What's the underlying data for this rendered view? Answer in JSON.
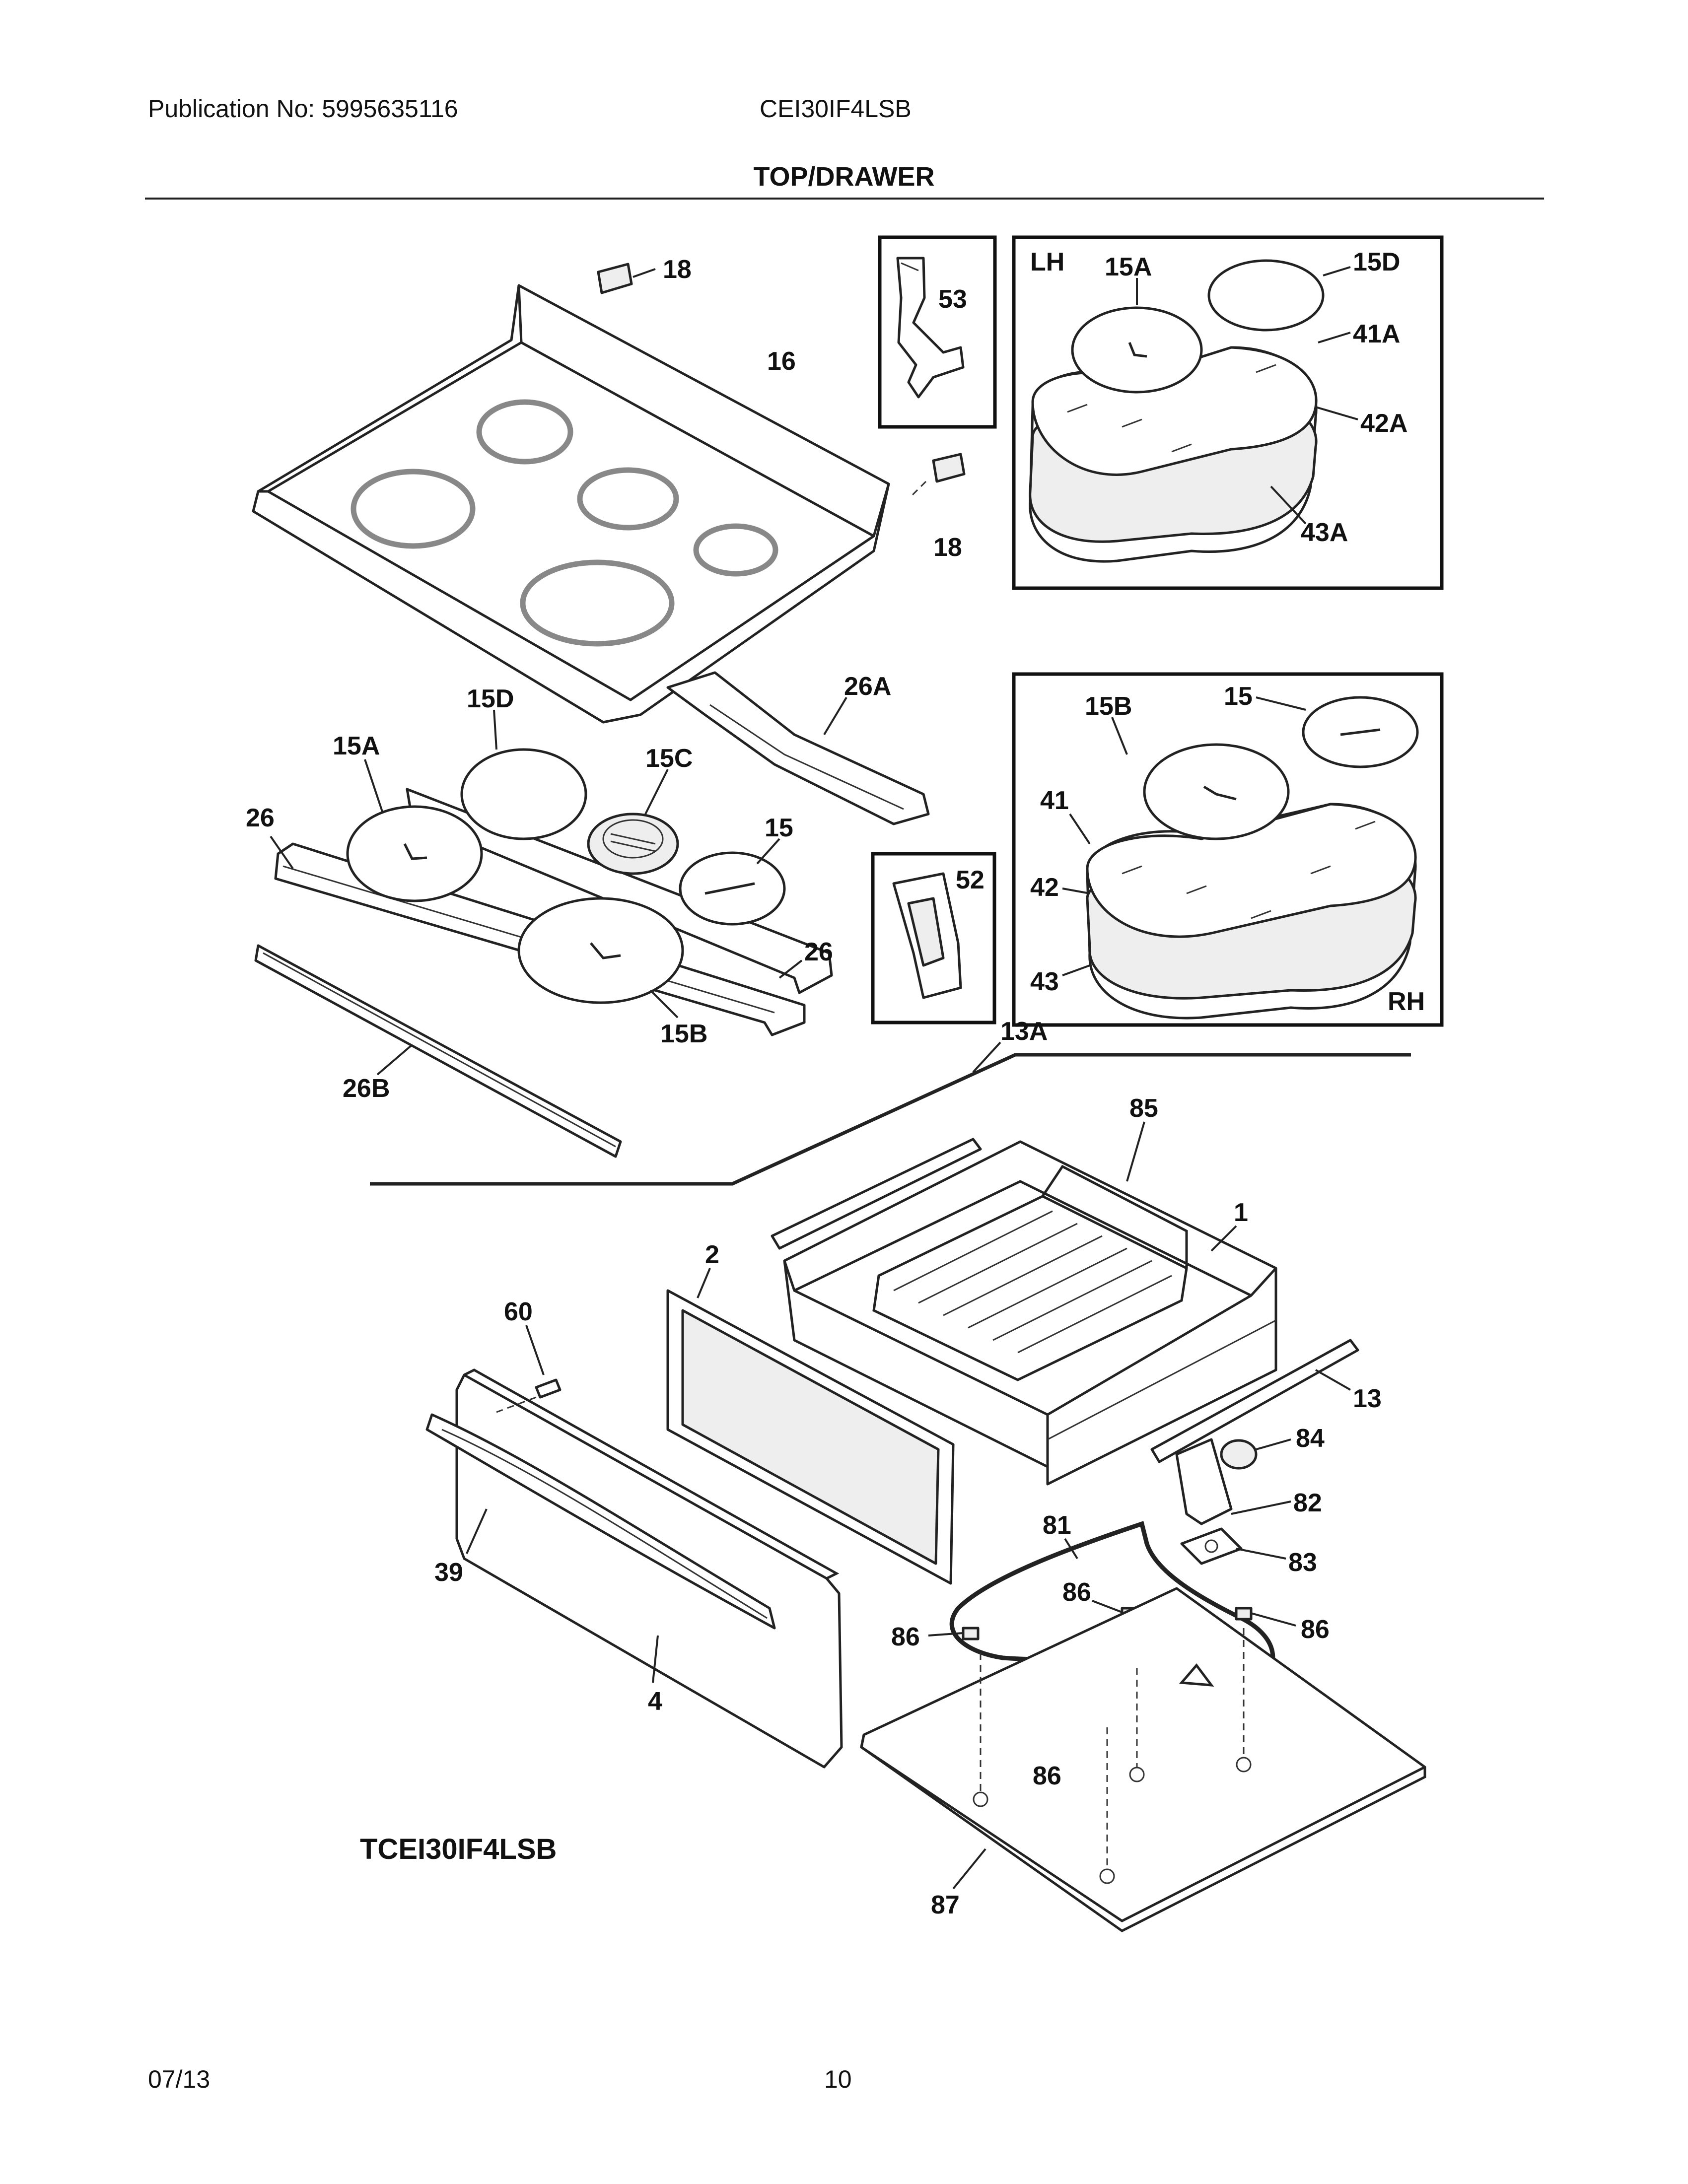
{
  "header": {
    "publication": "Publication No: 5995635116",
    "model": "CEI30IF4LSB",
    "section_title": "TOP/DRAWER"
  },
  "footer": {
    "date": "07/13",
    "page": "10"
  },
  "variant_model": "TCEI30IF4LSB",
  "callouts": {
    "c18a": "18",
    "c16": "16",
    "c18b": "18",
    "c53": "53",
    "lh": "LH",
    "c15a_box": "15A",
    "c15d_box": "15D",
    "c41a": "41A",
    "c42a": "42A",
    "c43a": "43A",
    "c26a": "26A",
    "c15d": "15D",
    "c15a": "15A",
    "c15c": "15C",
    "c26": "26",
    "c15": "15",
    "c26r": "26",
    "c15b": "15B",
    "c26b": "26B",
    "c52": "52",
    "c15b_box": "15B",
    "c15_box": "15",
    "c41": "41",
    "c42": "42",
    "c43": "43",
    "rh": "RH",
    "c13a": "13A",
    "c85": "85",
    "c1": "1",
    "c2": "2",
    "c60": "60",
    "c13": "13",
    "c84": "84",
    "c82": "82",
    "c81": "81",
    "c83": "83",
    "c86a": "86",
    "c86b": "86",
    "c86c": "86",
    "c86d": "86",
    "c39": "39",
    "c4": "4",
    "c87": "87"
  }
}
